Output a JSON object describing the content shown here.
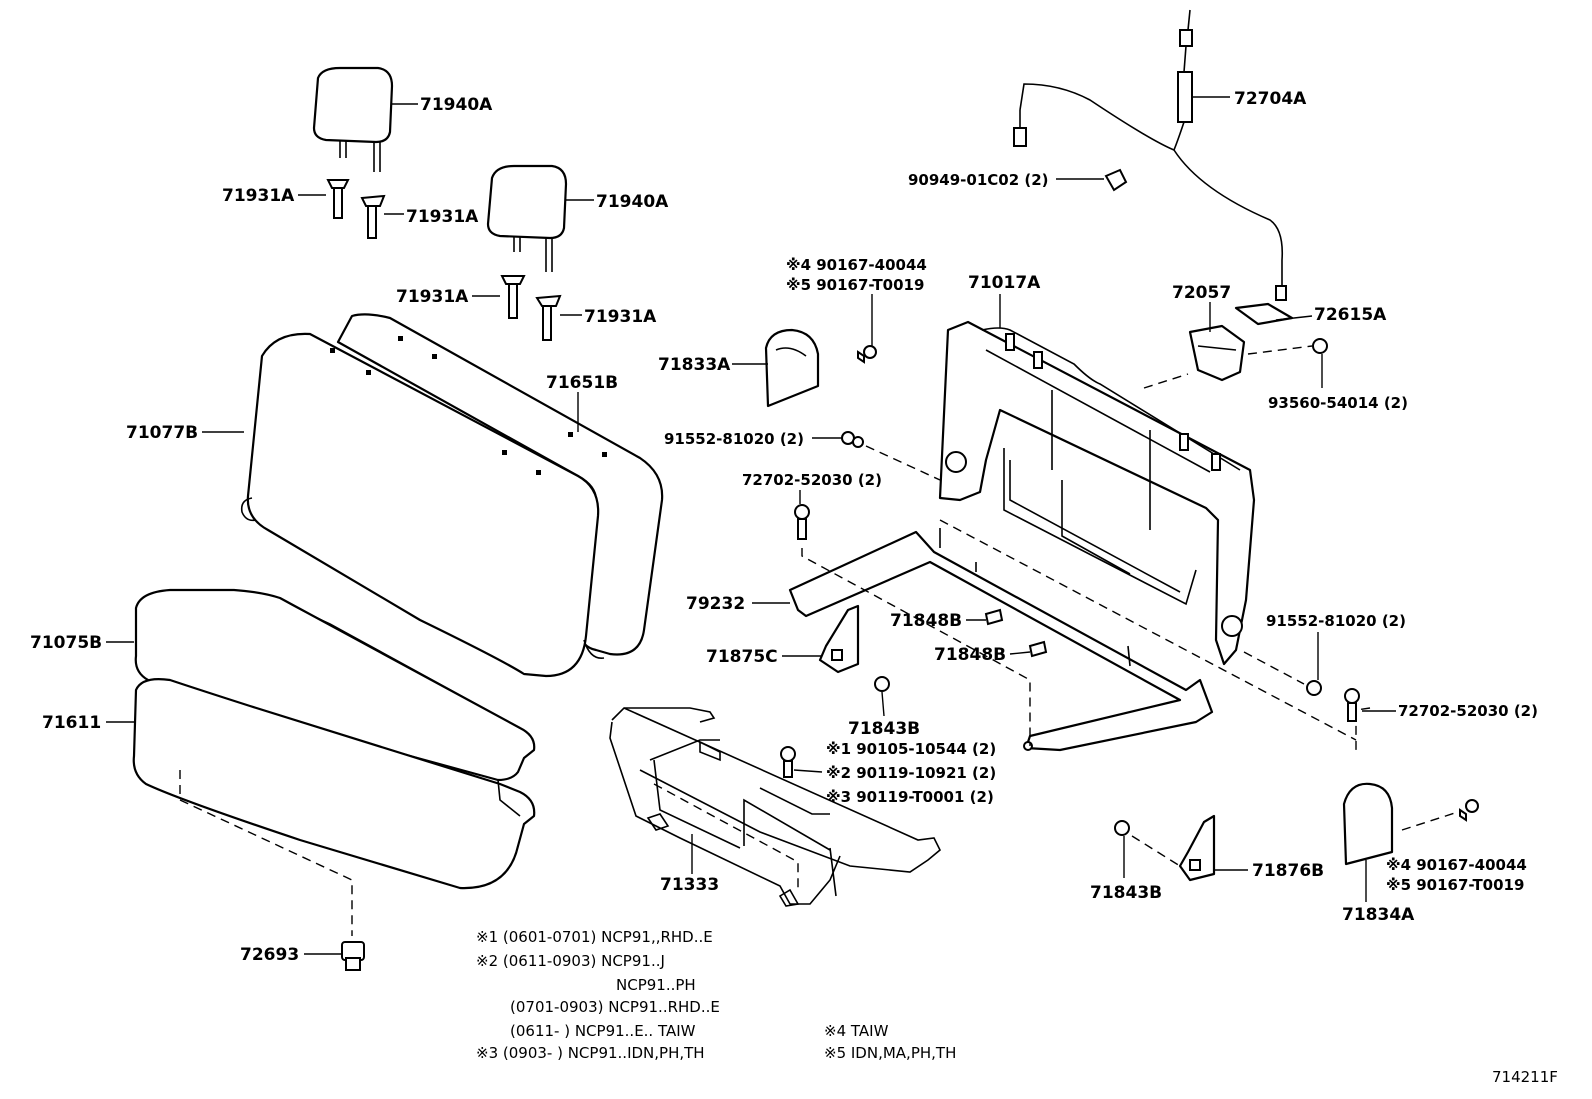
{
  "labels": {
    "l_71940A_1": "71940A",
    "l_71940A_2": "71940A",
    "l_71931A_1": "71931A",
    "l_71931A_2": "71931A",
    "l_71931A_3": "71931A",
    "l_71931A_4": "71931A",
    "l_71651B": "71651B",
    "l_71077B": "71077B",
    "l_71075B": "71075B",
    "l_71611": "71611",
    "l_72693": "72693",
    "l_72704A": "72704A",
    "l_90949": "90949-01C02 (2)",
    "l_72057": "72057",
    "l_72615A": "72615A",
    "l_93560": "93560-54014 (2)",
    "l_71017A": "71017A",
    "l_top_sym4": "※4 90167-40044",
    "l_top_sym5": "※5 90167-T0019",
    "l_71833A": "71833A",
    "l_91552_1": "91552-81020 (2)",
    "l_72702_1": "72702-52030 (2)",
    "l_79232": "79232",
    "l_71848B_1": "71848B",
    "l_71848B_2": "71848B",
    "l_71875C": "71875C",
    "l_71843B_1": "71843B",
    "l_sym1": "※1 90105-10544 (2)",
    "l_sym2": "※2 90119-10921 (2)",
    "l_sym3": "※3 90119-T0001 (2)",
    "l_91552_2": "91552-81020 (2)",
    "l_72702_2": "72702-52030 (2)",
    "l_71333": "71333",
    "l_71843B_2": "71843B",
    "l_71876B": "71876B",
    "l_71834A": "71834A",
    "l_br_sym4": "※4 90167-40044",
    "l_br_sym5": "※5 90167-T0019"
  },
  "notes": {
    "n1": "※1 (0601-0701) NCP91,,RHD..E",
    "n2": "※2 (0611-0903) NCP91..J",
    "n3": "NCP91..PH",
    "n4": "(0701-0903) NCP91..RHD..E",
    "n5": "(0611-          ) NCP91..E.. TAIW",
    "n6": "※3 (0903-          ) NCP91..IDN,PH,TH",
    "n7": "※4 TAIW",
    "n8": "※5 IDN,MA,PH,TH"
  },
  "diagram_id": "714211F"
}
